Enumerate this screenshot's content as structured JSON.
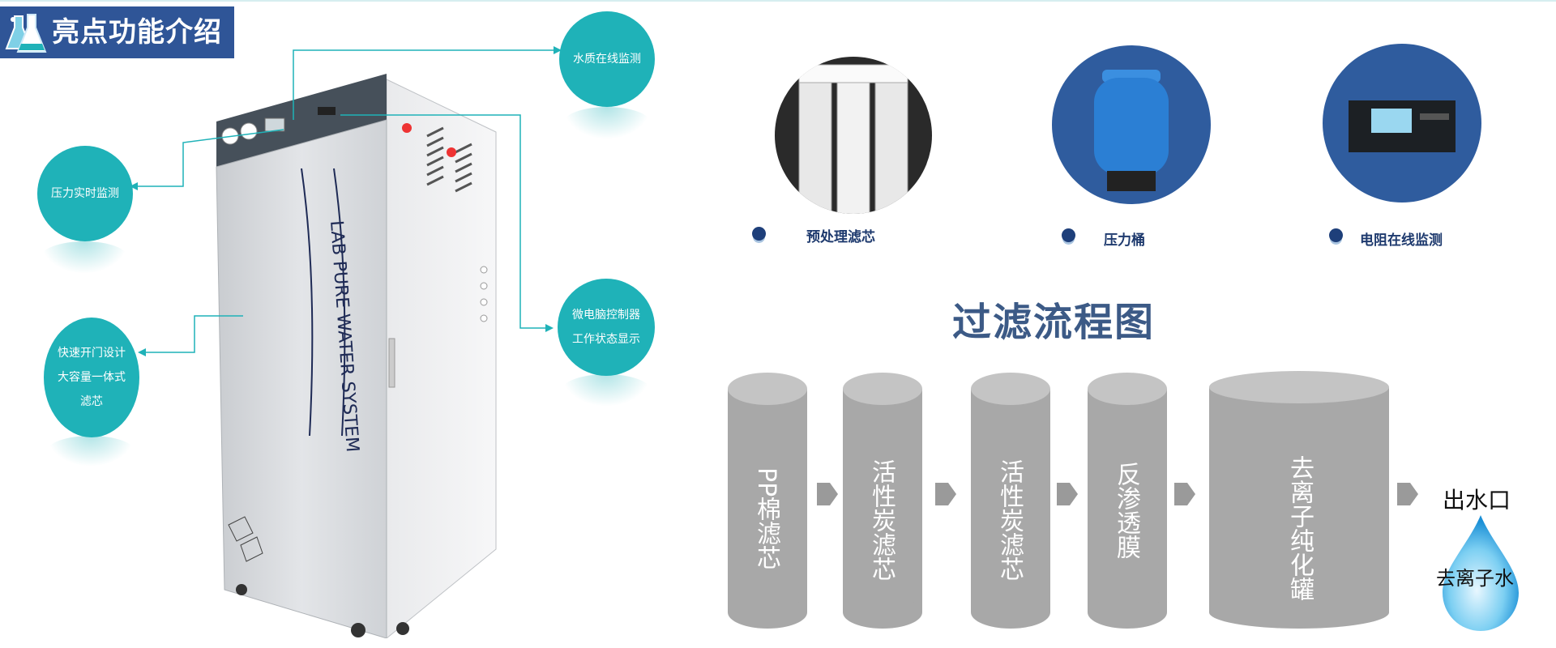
{
  "header": {
    "title": "亮点功能介绍",
    "icon": "flask-icon"
  },
  "features": {
    "water_quality": "水质在线监测",
    "pressure": "压力实时监测",
    "quick_open": [
      "快速开门设计",
      "大容量一体式",
      "滤芯"
    ],
    "controller": [
      "微电脑控制器",
      "工作状态显示"
    ]
  },
  "machine": {
    "label": "LAB PURE WATER SYSTEM"
  },
  "components": [
    {
      "label": "预处理滤芯",
      "icon": "filter-cartridge-icon"
    },
    {
      "label": "压力桶",
      "icon": "pressure-tank-icon"
    },
    {
      "label": "电阻在线监测",
      "icon": "resistivity-monitor-icon"
    }
  ],
  "flow": {
    "title": "过滤流程图",
    "stages": [
      "PP棉滤芯",
      "活性炭滤芯",
      "活性炭滤芯",
      "反渗透膜",
      "去离子纯化罐"
    ],
    "outlet": "出水口",
    "output": "去离子水"
  },
  "colors": {
    "teal": "#1fb2b8",
    "navy": "#2f5597",
    "cylinder": "#a8a8a8",
    "title": "#3c5a86"
  }
}
